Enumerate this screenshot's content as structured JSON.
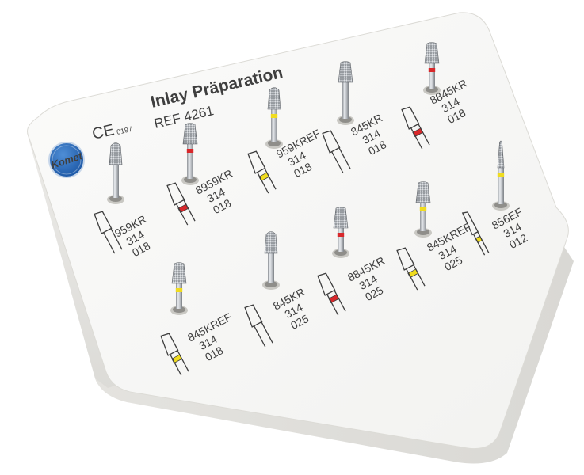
{
  "header": {
    "title": "Inlay Präparation",
    "ref": "REF 4261",
    "ce_mark": "CE",
    "ce_number": "0197",
    "brand": "Komet"
  },
  "colors": {
    "title_blue": "#2a73c2",
    "logo_blue": "#1f63b4",
    "red_ring": "#d8282b",
    "yellow_ring": "#f0dc1e",
    "box_top": "#f7f7f5",
    "box_side": "#e7e6e2"
  },
  "burs": [
    {
      "code": "959KR",
      "shank": "314",
      "size": "018",
      "ring": "none"
    },
    {
      "code": "8959KR",
      "shank": "314",
      "size": "018",
      "ring": "red"
    },
    {
      "code": "959KREF",
      "shank": "314",
      "size": "018",
      "ring": "yellow"
    },
    {
      "code": "845KR",
      "shank": "314",
      "size": "018",
      "ring": "none"
    },
    {
      "code": "8845KR",
      "shank": "314",
      "size": "018",
      "ring": "red"
    },
    {
      "code": "845KREF",
      "shank": "314",
      "size": "018",
      "ring": "yellow"
    },
    {
      "code": "845KR",
      "shank": "314",
      "size": "025",
      "ring": "none"
    },
    {
      "code": "8845KR",
      "shank": "314",
      "size": "025",
      "ring": "red"
    },
    {
      "code": "845KREF",
      "shank": "314",
      "size": "025",
      "ring": "yellow"
    },
    {
      "code": "856EF",
      "shank": "314",
      "size": "012",
      "ring": "yellow"
    }
  ]
}
